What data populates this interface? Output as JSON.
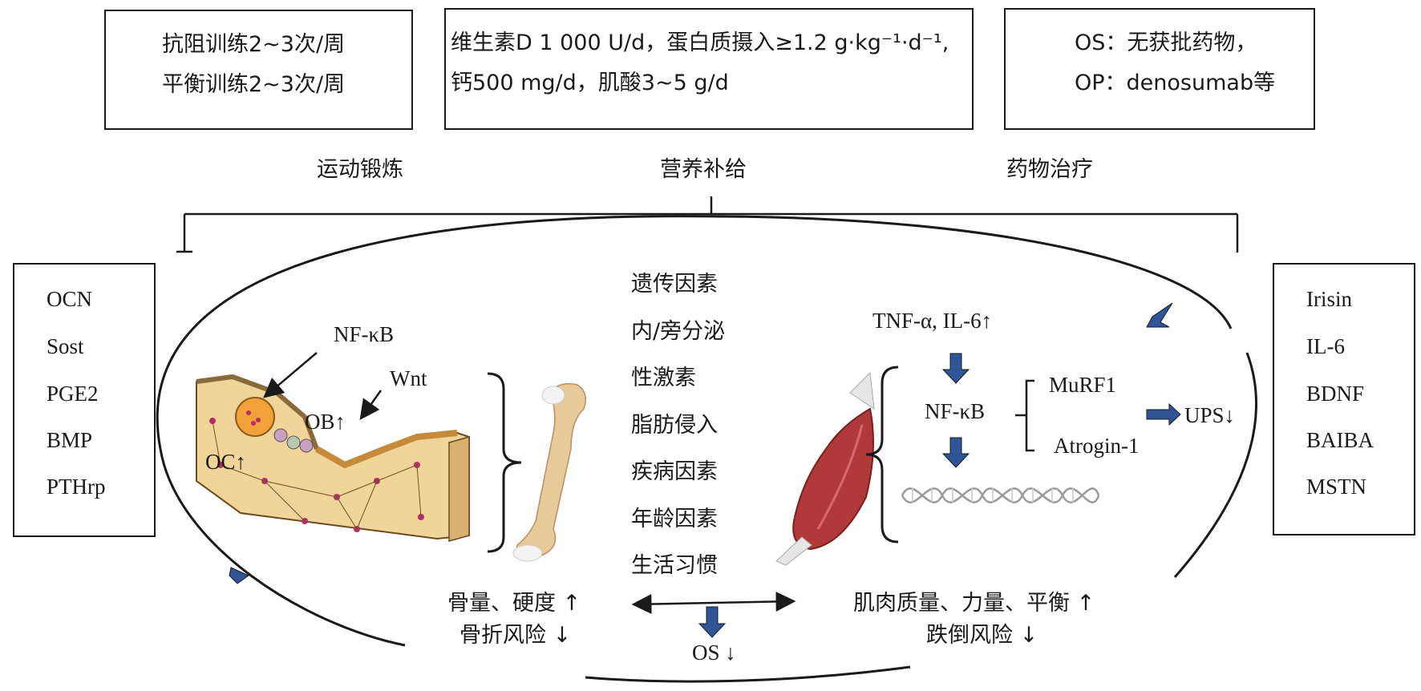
{
  "top_boxes": {
    "exercise": {
      "line1": "抗阻训练2~3次/周",
      "line2": "平衡训练2~3次/周",
      "label": "运动锻炼"
    },
    "nutrition": {
      "line1": "维生素D 1 000 U/d，蛋白质摄入≥1.2 g·kg⁻¹·d⁻¹,",
      "line2": "钙500 mg/d，肌酸3~5 g/d",
      "label": "营养补给"
    },
    "drugs": {
      "line1": "OS：无获批药物，",
      "line2": "OP：denosumab等",
      "label": "药物治疗"
    }
  },
  "left_box_items": [
    "OCN",
    "Sost",
    "PGE2",
    "BMP",
    "PTHrp"
  ],
  "right_box_items": [
    "Irisin",
    "IL-6",
    "BDNF",
    "BAIBA",
    "MSTN"
  ],
  "bone_labels": {
    "nfkb": "NF-κB",
    "wnt": "Wnt",
    "ob": "OB↑",
    "oc": "OC↑"
  },
  "center_factors": [
    "遗传因素",
    "内/旁分泌",
    "性激素",
    "脂肪侵入",
    "疾病因素",
    "年龄因素",
    "生活习惯"
  ],
  "muscle_labels": {
    "cytokines": "TNF-α, IL-6↑",
    "nfkb": "NF-κB",
    "murf1": "MuRF1",
    "atrogin": "Atrogin-1",
    "ups": "UPS↓"
  },
  "bottom": {
    "bone_line1": "骨量、硬度 ↑",
    "bone_line2": "骨折风险 ↓",
    "muscle_line1": "肌肉质量、力量、平衡 ↑",
    "muscle_line2": "跌倒风险 ↓",
    "os": "OS ↓"
  },
  "colors": {
    "line": "#1a1a1a",
    "arrow_blue": "#2f5597",
    "bone": "#e8c99a",
    "bone_tissue": "#f0d49a",
    "cell_magenta": "#b0306a",
    "muscle_red": "#b03a3a"
  }
}
